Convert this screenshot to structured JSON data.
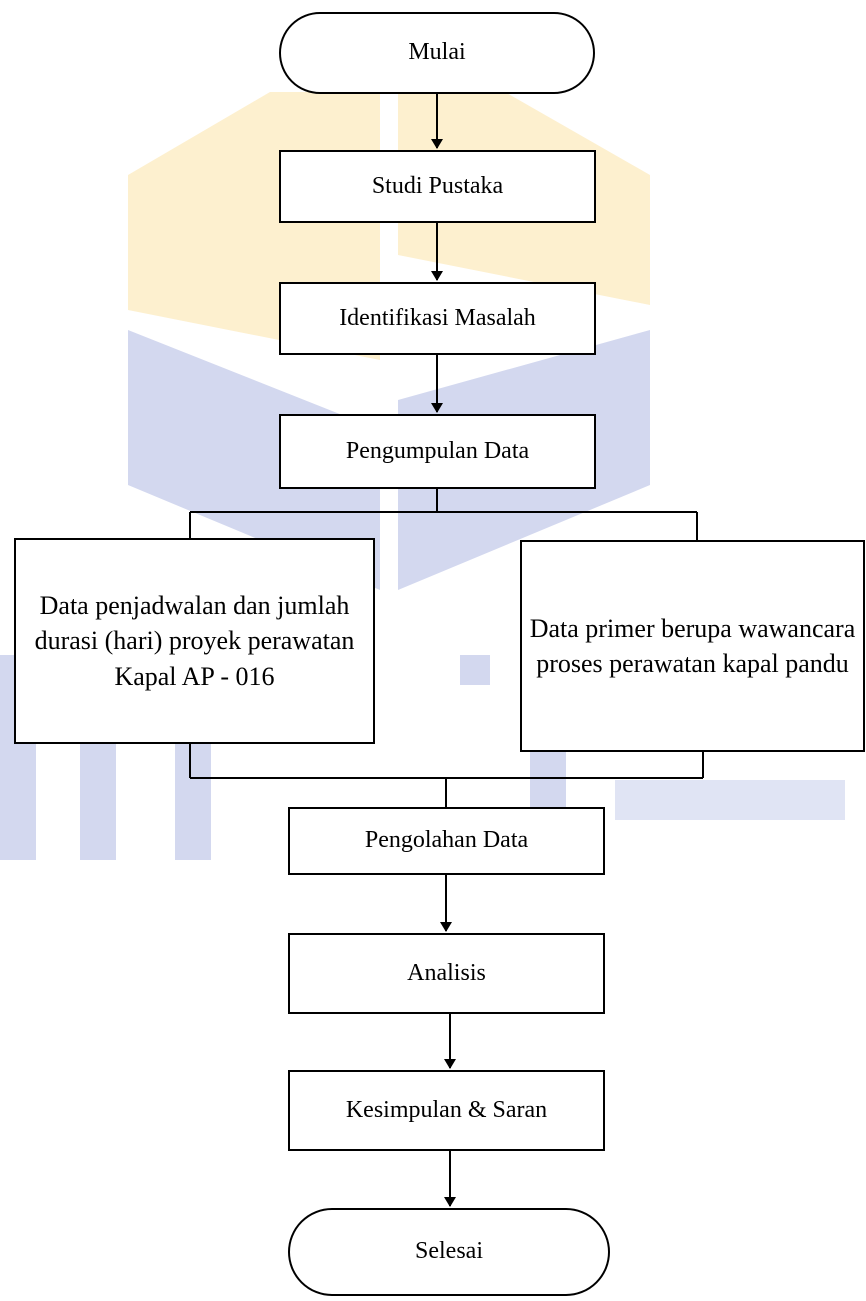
{
  "flowchart": {
    "start": "Mulai",
    "literature_study": "Studi Pustaka",
    "problem_identification": "Identifikasi Masalah",
    "data_collection": "Pengumpulan Data",
    "secondary_data": "Data penjadwalan dan jumlah durasi (hari) proyek perawatan Kapal AP - 016",
    "primary_data": "Data primer berupa wawancara proses perawatan kapal pandu",
    "data_processing": "Pengolahan Data",
    "analysis": "Analisis",
    "conclusion": "Kesimpulan & Saran",
    "end": "Selesai"
  },
  "watermark": {
    "colors": {
      "yellow": "#fdf0cf",
      "blue": "#d3d8ef"
    }
  }
}
